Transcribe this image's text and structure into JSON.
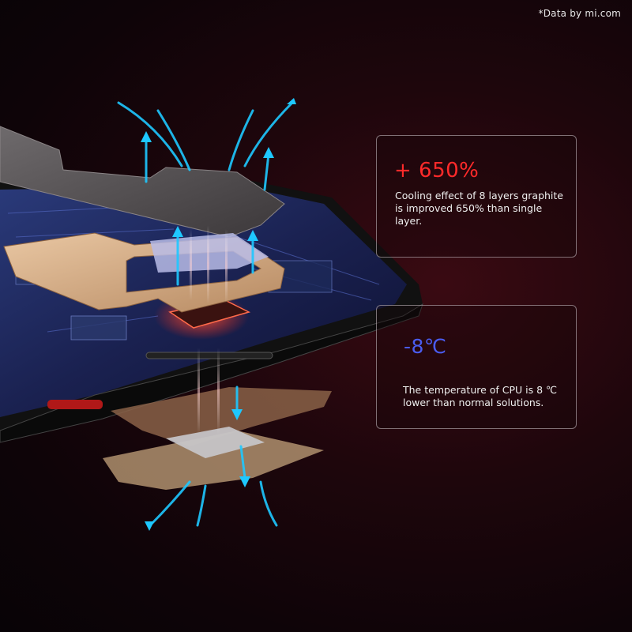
{
  "credit": "*Data by mi.com",
  "cards": {
    "cooling": {
      "stat": "+ 650%",
      "description": "Cooling effect of 8 layers graphite is improved 650% than single layer."
    },
    "temperature": {
      "stat": "-8℃",
      "description": "The temperature of CPU is 8 ℃ lower  than normal solutions."
    }
  },
  "colors": {
    "accent_red": "#ff2a2a",
    "accent_blue": "#4a5cf0",
    "airflow_cyan": "#1ec8ff"
  }
}
